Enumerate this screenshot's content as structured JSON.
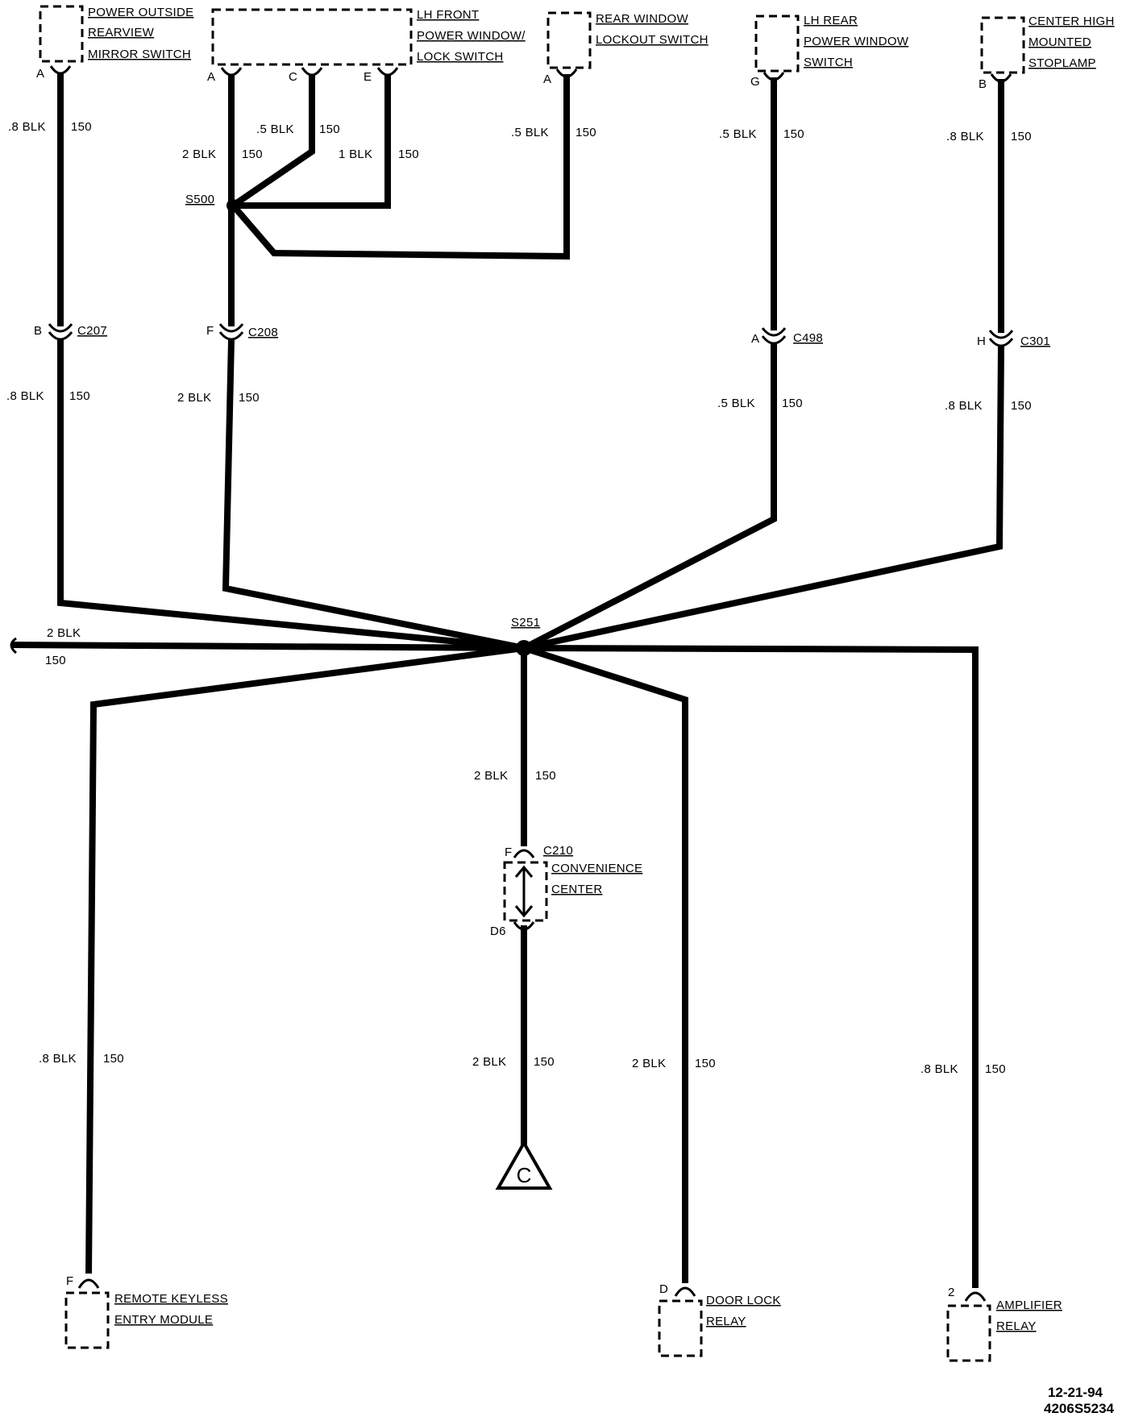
{
  "components": {
    "mirror_switch": {
      "lines": [
        "POWER OUTSIDE",
        "REARVIEW",
        "MIRROR SWITCH"
      ],
      "pin": "A"
    },
    "lh_front_switch": {
      "lines": [
        "LH FRONT",
        "POWER WINDOW/",
        "LOCK SWITCH"
      ],
      "pins": [
        "A",
        "C",
        "E"
      ]
    },
    "rear_lockout_switch": {
      "lines": [
        "REAR WINDOW",
        "LOCKOUT SWITCH"
      ],
      "pin": "A"
    },
    "lh_rear_switch": {
      "lines": [
        "LH REAR",
        "POWER WINDOW",
        "SWITCH"
      ],
      "pin": "G"
    },
    "stoplamp": {
      "lines": [
        "CENTER HIGH",
        "MOUNTED",
        "STOPLAMP"
      ],
      "pin": "B"
    },
    "keyless_module": {
      "lines": [
        "REMOTE KEYLESS",
        "ENTRY MODULE"
      ],
      "pin": "F"
    },
    "door_lock_relay": {
      "lines": [
        "DOOR LOCK",
        "RELAY"
      ],
      "pin": "D"
    },
    "amplifier_relay": {
      "lines": [
        "AMPLIFIER",
        "RELAY"
      ],
      "pin": "2"
    },
    "convenience_center": {
      "lines": [
        "CONVENIENCE",
        "CENTER"
      ],
      "pin_top": "F",
      "pin_bottom": "D6"
    }
  },
  "connectors": {
    "c207": {
      "id": "C207",
      "pin": "B"
    },
    "c208": {
      "id": "C208",
      "pin": "F"
    },
    "c498": {
      "id": "C498",
      "pin": "A"
    },
    "c301": {
      "id": "C301",
      "pin": "H"
    },
    "c210": {
      "id": "C210"
    }
  },
  "splices": {
    "s500": "S500",
    "s251": "S251"
  },
  "wires": {
    "w1": {
      "size": ".8 BLK",
      "circuit": "150"
    },
    "w2": {
      "size": "2 BLK",
      "circuit": "150"
    },
    "w3": {
      "size": ".5 BLK",
      "circuit": "150"
    },
    "w4": {
      "size": "1 BLK",
      "circuit": "150"
    },
    "w5": {
      "size": ".5 BLK",
      "circuit": "150"
    },
    "w6": {
      "size": ".5 BLK",
      "circuit": "150"
    },
    "w7": {
      "size": ".8 BLK",
      "circuit": "150"
    },
    "w8": {
      "size": ".8 BLK",
      "circuit": "150"
    },
    "w9": {
      "size": "2 BLK",
      "circuit": "150"
    },
    "w10": {
      "size": ".5 BLK",
      "circuit": "150"
    },
    "w11": {
      "size": ".8 BLK",
      "circuit": "150"
    },
    "w12": {
      "size": "2 BLK",
      "circuit": "150"
    },
    "w13": {
      "size": "2 BLK",
      "circuit": "150"
    },
    "w14": {
      "size": "2 BLK",
      "circuit": "150"
    },
    "w15": {
      "size": ".8 BLK",
      "circuit": "150"
    },
    "w16": {
      "size": "2 BLK",
      "circuit": "150"
    },
    "w17": {
      "size": ".8 BLK",
      "circuit": "150"
    }
  },
  "ground": {
    "label": "C"
  },
  "stamp": {
    "date": "12-21-94",
    "number": "4206S5234"
  }
}
